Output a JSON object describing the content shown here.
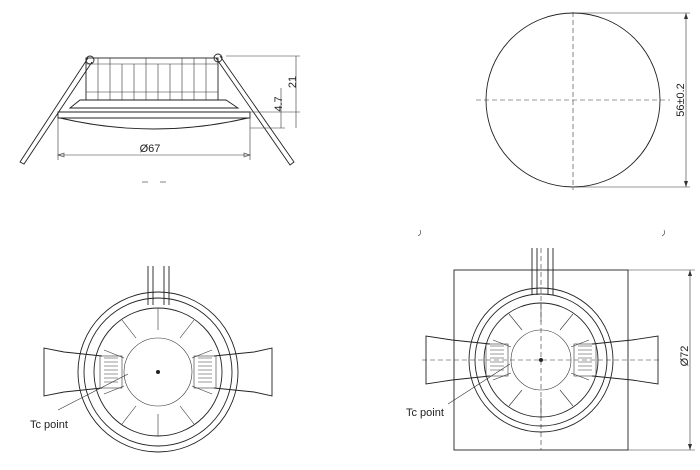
{
  "labels": {
    "diameter_67": "Ø67",
    "height_4_7": "4.7",
    "height_21": "21",
    "diameter_56": "56±0.2",
    "diameter_72": "Ø72",
    "tc_point_left": "Tc point",
    "tc_point_right": "Tc point"
  }
}
